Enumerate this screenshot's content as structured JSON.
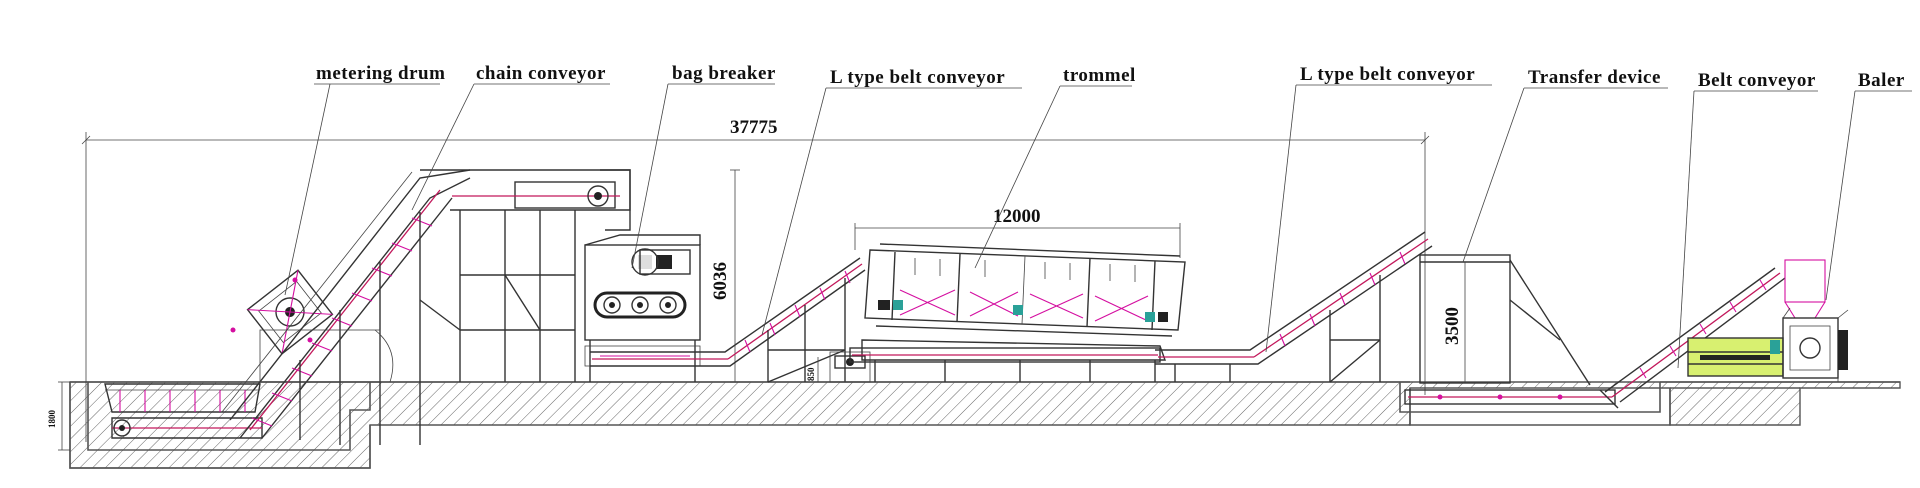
{
  "labels": {
    "metering_drum": "metering drum",
    "chain_conveyor": "chain conveyor",
    "bag_breaker": "bag breaker",
    "l_belt_1": "L type belt conveyor",
    "trommel": "trommel",
    "l_belt_2": "L type belt conveyor",
    "transfer_device": "Transfer device",
    "belt_conveyor": "Belt conveyor",
    "baler": "Baler"
  },
  "dimensions": {
    "overall_length": "37775",
    "trommel_length": "12000",
    "chain_height": "6036",
    "transfer_height": "3500",
    "pit_depth": "1800",
    "small_height": "850"
  },
  "colors": {
    "line": "#333333",
    "accent": "#d40fa0",
    "baler_body": "#d8f070",
    "teal": "#2aa198"
  }
}
